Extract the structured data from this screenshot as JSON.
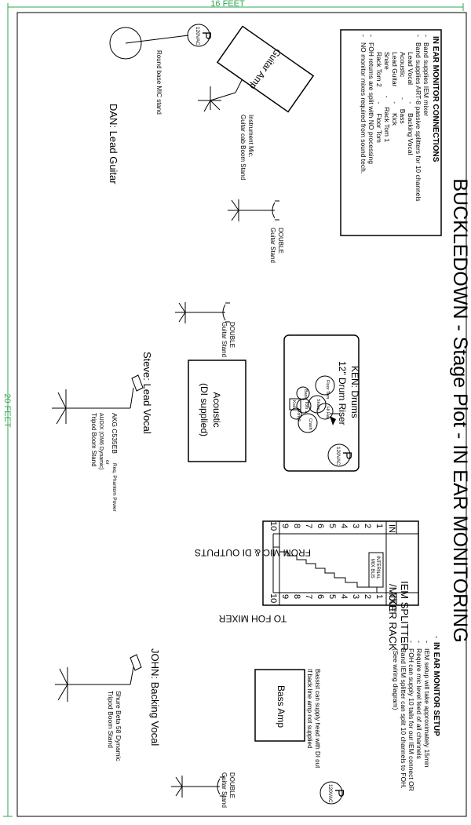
{
  "dimensions": {
    "width_label": "16 FEET",
    "length_label": "20 FEET",
    "color": "#2fa84f"
  },
  "title": "BUCKLEDOWN - Stage Plot - IN EAR MONITORING",
  "connections": {
    "heading": "IN EAR MONITOR CONNECTIONS",
    "lines": [
      "Band supplies IEM mixer",
      "Band supplies ART-8 passive splitters for 10 channels",
      "Lead Vocal         -     Backing Vocal",
      "Acoustic           -     Bass",
      "Lead Guitar        -     Kick",
      "Snare              -     Rack Tom 1",
      "Rack Tom 2        -     Floor Tom",
      "FOH returns are split with NO processing",
      "NO monitor mixes required from sound tech."
    ]
  },
  "setup": {
    "heading": "IN EAR MONITOR SETUP",
    "lines": [
      "IEM setup will take approximately 15min",
      "Require mic level feed of all channels",
      "FOH can supply 10 tails for our IEM connect OR",
      "Band IEM splitter can split 10 channels to FOH.",
      "(See wiring diagram)"
    ]
  },
  "power_drops": {
    "symbol": "P",
    "voltage": "120VAC"
  },
  "dan": {
    "name": "DAN: Lead Guitar",
    "amp_label": "Guitar Amp",
    "round_stand": "Round base MIC stand",
    "inst_mic_line1": "Instrument Mic.",
    "inst_mic_line2": "Guitar cab Boom Stand",
    "guitar_stand_line1": "DOUBLE",
    "guitar_stand_line2": "Guitar Stand"
  },
  "ken": {
    "name": "KEN: Drums",
    "riser": "12\" Drum Riser",
    "drums": {
      "floor_tom": "Floor Tom",
      "bass": "Bass",
      "tom1": "Tom 1",
      "tom2": "Tom 2",
      "kick": "Kick",
      "snare": "Snare",
      "hi_hat": "Hi Hat",
      "crash": "Crash"
    }
  },
  "steve": {
    "name": "Steve: Lead Vocal",
    "acoustic_line1": "Acoustic",
    "acoustic_line2": "(DI supplied)",
    "guitar_stand_line1": "DOUBLE",
    "guitar_stand_line2": "Guitar Stand",
    "mic_line1": "AKG C535EB",
    "mic_note": "Req. Phantom Power",
    "mic_or": "or",
    "mic_line2": "AUDIX (OM6 Dynamic)",
    "mic_line3": "Tripod Boom Stand"
  },
  "splitter": {
    "title_line1": "IEM SPLITTER",
    "title_line2": "/MIXER RACK",
    "in_label": "IN",
    "out_label": "OUT",
    "bus_line1": "INTERNAL",
    "bus_line2": "MIX BUS",
    "channels": [
      "1",
      "2",
      "3",
      "4",
      "5",
      "6",
      "7",
      "8",
      "9",
      "10"
    ],
    "from_label": "FROM MIC & DI OUTPUTS",
    "to_label": "TO FOH MIXER"
  },
  "john": {
    "name": "JOHN: Backing Vocal",
    "mic_line1": "Shure Beta 58 Dynamic",
    "mic_line2": "Tripod Boom Stand",
    "bass_amp": "Bass Amp",
    "di_note_line1": "Bassist can supply head with DI out",
    "di_note_line2": "If back line amp not supplied",
    "guitar_stand_line1": "DOUBLE",
    "guitar_stand_line2": "Guitar Stand"
  }
}
